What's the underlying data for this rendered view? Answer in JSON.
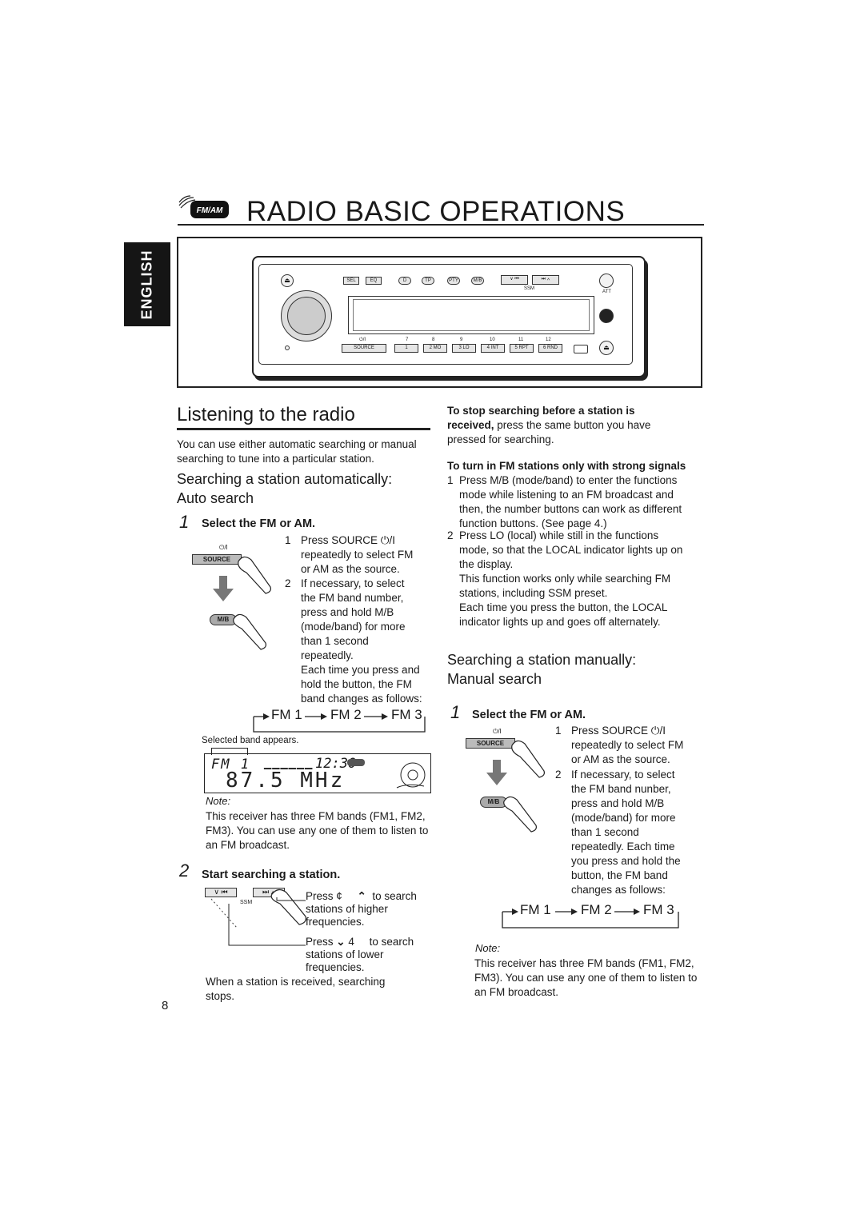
{
  "header": {
    "title": "RADIO BASIC OPERATIONS",
    "badge_text": "FM/AM"
  },
  "sidebar_tab": {
    "label": "ENGLISH"
  },
  "radio_panel": {
    "top_buttons": [
      "SEL",
      "EQ",
      "D",
      "TP",
      "PTY",
      "M/B"
    ],
    "ssm_label": "SSM",
    "att_label": "ATT",
    "power_label": "⏻/I",
    "number_labels": [
      "7",
      "8",
      "9",
      "10",
      "11",
      "12"
    ],
    "bottom_buttons": [
      "SOURCE",
      "1",
      "2 MO",
      "3 LO",
      "4 INT",
      "5 RPT",
      "6 RND"
    ]
  },
  "section": {
    "title": "Listening to the radio"
  },
  "intro": "You can use either automatic searching or manual searching to tune into a particular station.",
  "auto": {
    "heading_line1": "Searching a station automatically:",
    "heading_line2": "Auto search",
    "step1_num": "1",
    "step1_title": "Select the FM or AM.",
    "source_btn": "SOURCE",
    "mb_btn": "M/B",
    "power_label": "⏻/I",
    "item1_num": "1",
    "item1": [
      "Press SOURCE ⏻/I",
      "repeatedly to select FM",
      "or AM as the source."
    ],
    "item2_num": "2",
    "item2": [
      "If necessary, to select",
      "the FM band number,",
      "press and hold M/B",
      "(mode/band) for more",
      "than 1 second",
      "repeatedly."
    ],
    "item2_extra": [
      "Each time you press and",
      "hold the button, the FM",
      "band changes as follows:"
    ],
    "fm_seq": [
      "FM 1",
      "FM 2",
      "FM 3"
    ],
    "display_caption": "Selected band appears.",
    "display_line1": "FM 1",
    "display_time": "12:30",
    "display_freq": "87.5 MHz",
    "note_label": "Note:",
    "note": [
      "This receiver has three FM bands (FM1, FM2,",
      "FM3). You can use any one of them to listen to",
      "an FM broadcast."
    ],
    "step2_num": "2",
    "step2_title": "Start searching a station.",
    "ssm_small": "SSM",
    "press_up": [
      "Press ¢",
      "to search",
      "stations of higher",
      "frequencies."
    ],
    "press_down": [
      "Press",
      "4",
      "to search",
      "stations of lower",
      "frequencies."
    ],
    "received": [
      "When a station is received, searching",
      "stops."
    ]
  },
  "right": {
    "stop_bold": "To stop searching before a station is",
    "stop_bold2": "received,",
    "stop_rest": " press the same button you have",
    "stop_rest2": "pressed for searching.",
    "strong_heading": "To turn in FM stations only with strong signals",
    "strong_items": [
      {
        "num": "1",
        "lines": [
          "Press M/B (mode/band) to enter the functions",
          "mode while listening to an FM broadcast and",
          "then, the number buttons can work as different",
          "function buttons. (See page 4.)"
        ]
      },
      {
        "num": "2",
        "lines": [
          "Press LO (local) while still in the functions",
          "mode, so that the LOCAL indicator lights up on",
          "the display.",
          "This function works only while searching FM",
          "stations, including SSM preset.",
          "Each time you press the button, the LOCAL",
          "indicator lights up and goes off alternately."
        ]
      }
    ],
    "manual_heading_line1": "Searching a station manually:",
    "manual_heading_line2": "Manual search",
    "step1_num": "1",
    "step1_title": "Select the FM or AM.",
    "source_btn": "SOURCE",
    "mb_btn": "M/B",
    "power_label": "⏻/I",
    "item1_num": "1",
    "item1": [
      "Press SOURCE ⏻/I",
      "repeatedly to select FM",
      "or AM as the source."
    ],
    "item2_num": "2",
    "item2": [
      "If necessary, to select",
      "the FM band nunber,",
      "press and hold M/B",
      "(mode/band) for more",
      "than 1 second",
      "repeatedly. Each time",
      "you press and hold the",
      "button, the FM band",
      "changes as follows:"
    ],
    "fm_seq": [
      "FM 1",
      "FM 2",
      "FM 3"
    ],
    "note_label": "Note:",
    "note": [
      "This receiver has three FM bands (FM1, FM2,",
      "FM3). You can use any one of them to listen to",
      "an FM broadcast."
    ]
  },
  "page_number": "8"
}
